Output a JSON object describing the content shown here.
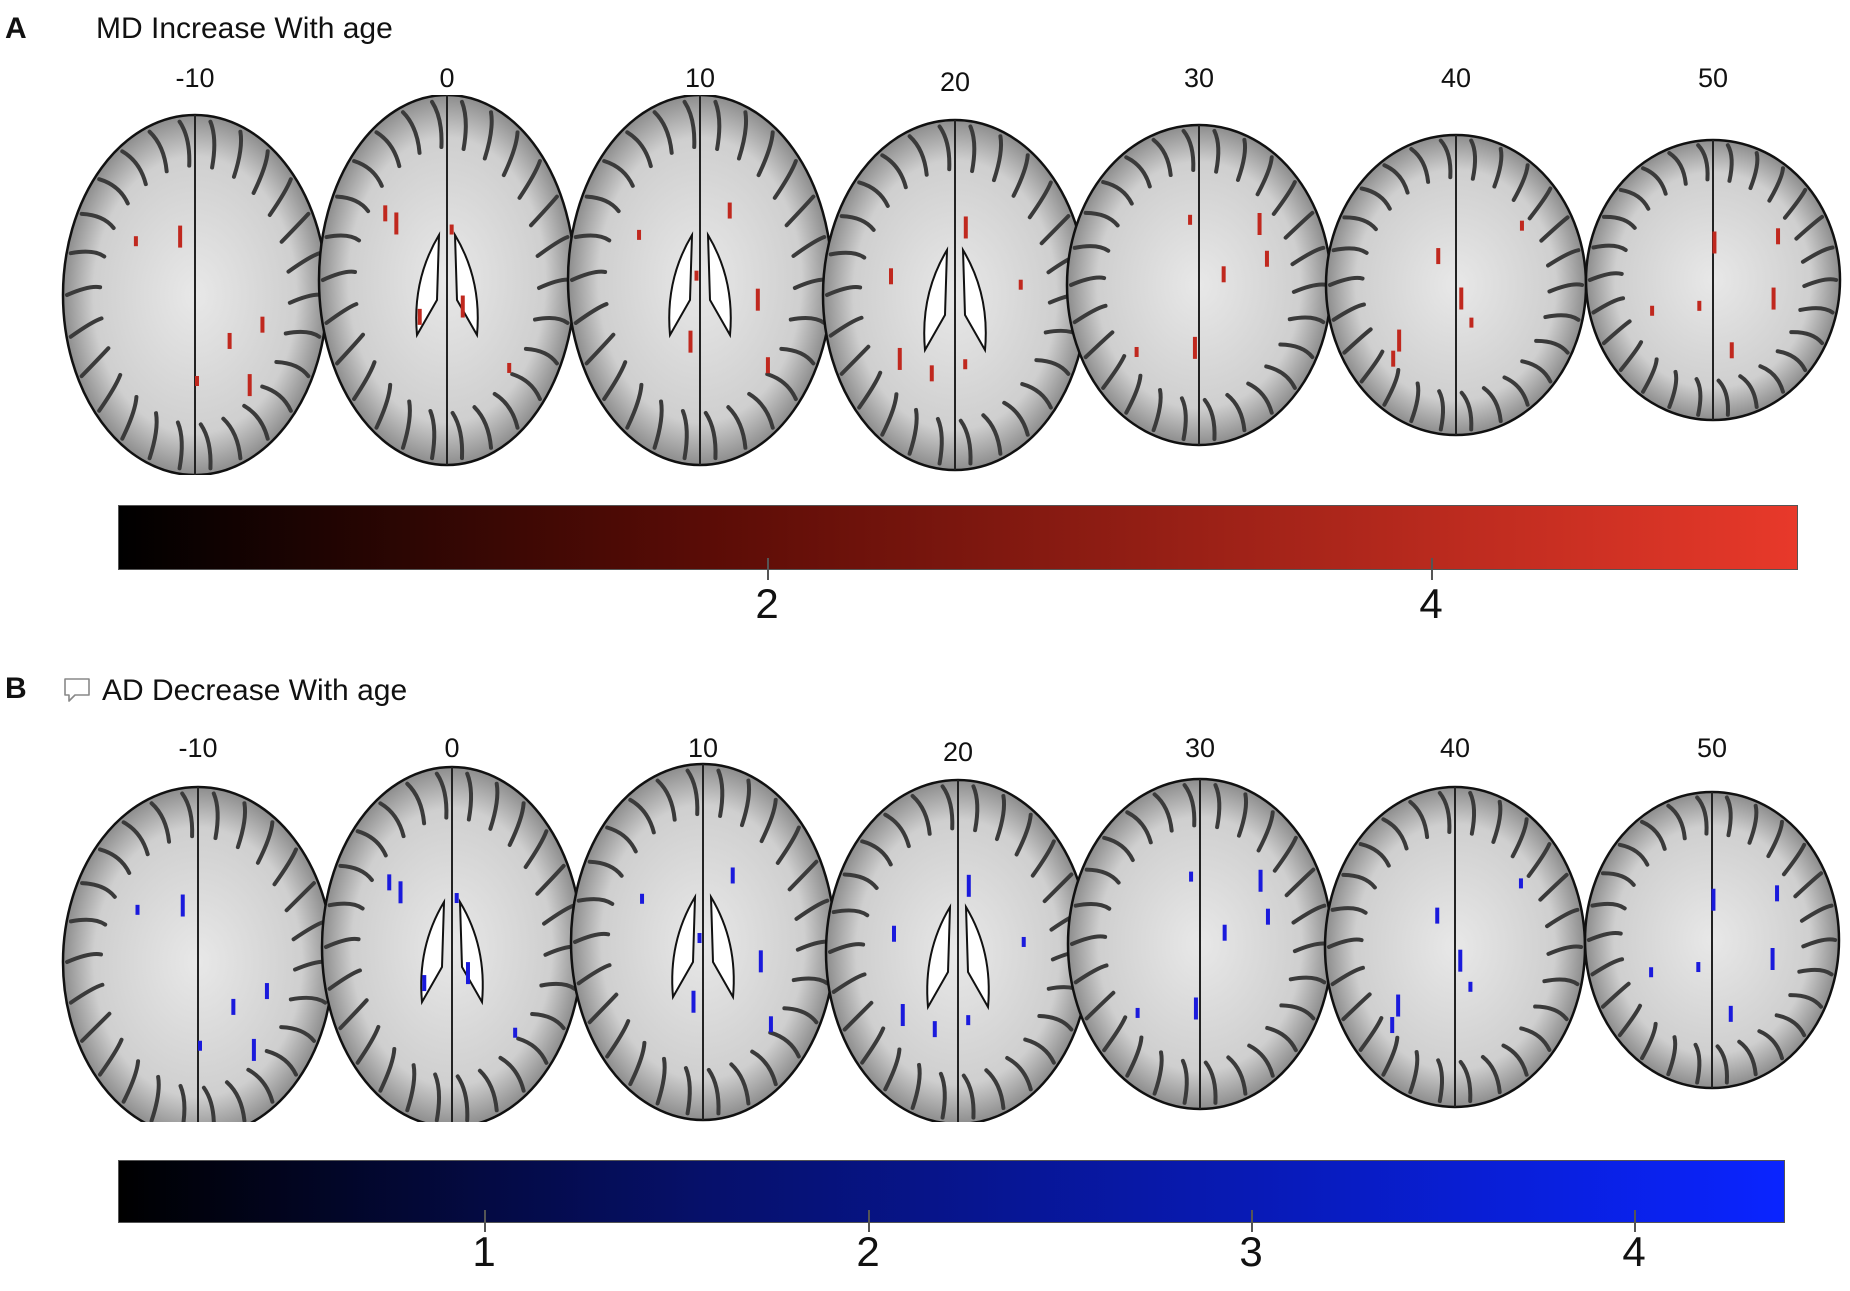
{
  "panels": [
    {
      "letter": "A",
      "title": "MD Increase With age",
      "slices": [
        "-10",
        "0",
        "10",
        "20",
        "30",
        "40",
        "50"
      ],
      "overlay_color": "#c0281e",
      "colorbar": {
        "gradient_start": "#000000",
        "gradient_mid": "#5a0c06",
        "gradient_end": "#e8392a",
        "ticks": [
          "2",
          "4"
        ]
      }
    },
    {
      "letter": "B",
      "title": "AD Decrease With age",
      "slices": [
        "-10",
        "0",
        "10",
        "20",
        "30",
        "40",
        "50"
      ],
      "overlay_color": "#1a1adc",
      "colorbar": {
        "gradient_start": "#000000",
        "gradient_mid": "#06106a",
        "gradient_end": "#0a24ff",
        "ticks": [
          "1",
          "2",
          "3",
          "4"
        ]
      }
    }
  ]
}
